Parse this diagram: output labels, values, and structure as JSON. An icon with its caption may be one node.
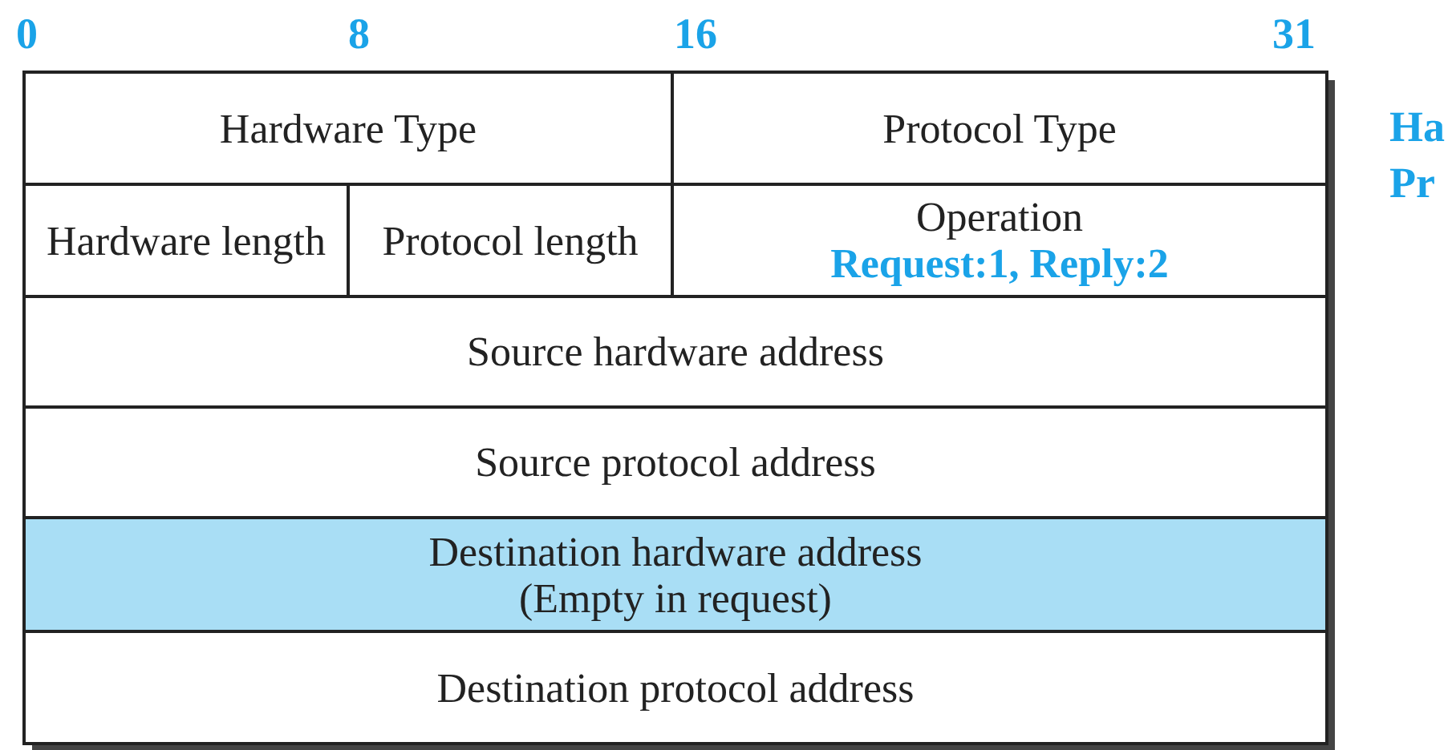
{
  "diagram": {
    "nodes": [
      {
        "text": [
          "Hardware Type"
        ]
      },
      {
        "text": [
          "Protocol Type"
        ]
      },
      {
        "text": [
          "Hardware length"
        ]
      },
      {
        "text": [
          "Protocol length"
        ]
      },
      {
        "text": [
          "Operation",
          "Request:1, Reply:2"
        ]
      },
      {
        "text": [
          "Source hardware address"
        ]
      },
      {
        "text": [
          "Source protocol address"
        ]
      },
      {
        "text": [
          "Destination hardware  address",
          "(Empty in request)"
        ]
      },
      {
        "text": [
          "Destination protocol address"
        ]
      }
    ],
    "labels": [
      "0",
      "8",
      "16",
      "31",
      "Ha",
      "Pr"
    ]
  }
}
